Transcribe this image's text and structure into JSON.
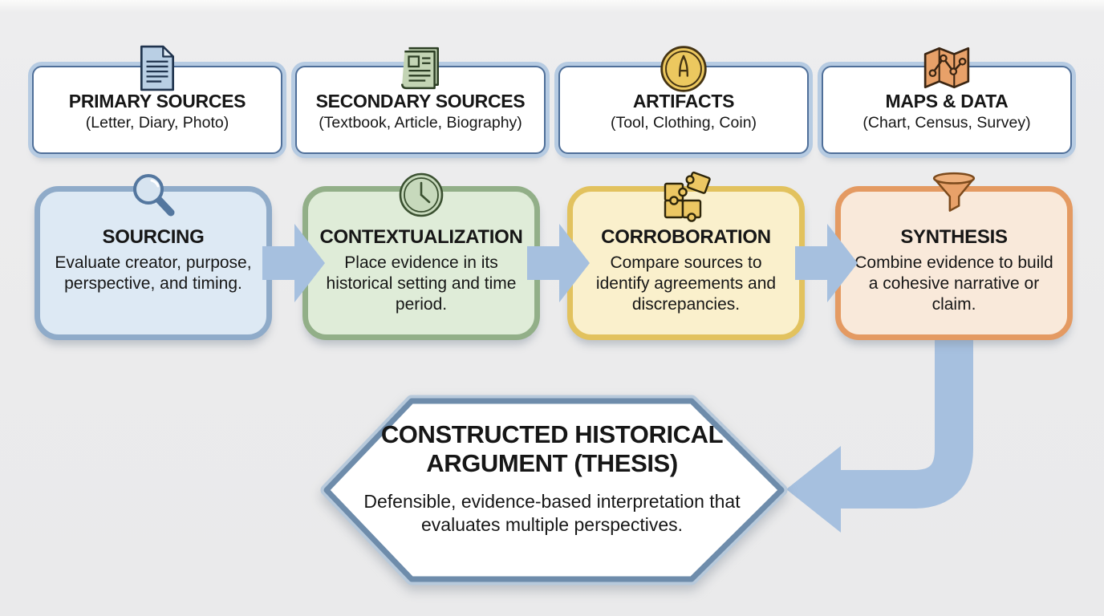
{
  "sources": [
    {
      "title": "PRIMARY SOURCES",
      "subtitle": "(Letter, Diary, Photo)",
      "icon": "document-icon"
    },
    {
      "title": "SECONDARY SOURCES",
      "subtitle": "(Textbook, Article, Biography)",
      "icon": "newspaper-icon"
    },
    {
      "title": "ARTIFACTS",
      "subtitle": "(Tool, Clothing, Coin)",
      "icon": "coin-icon"
    },
    {
      "title": "MAPS & DATA",
      "subtitle": "(Chart, Census, Survey)",
      "icon": "map-icon"
    }
  ],
  "steps": [
    {
      "title": "SOURCING",
      "body": "Evaluate creator, purpose, perspective, and timing.",
      "icon": "magnifier-icon",
      "fill": "#dde9f4",
      "border": "#8fabc9"
    },
    {
      "title": "CONTEXTUALIZATION",
      "body": "Place evidence in its historical setting and time period.",
      "icon": "clock-icon",
      "fill": "#dfecd8",
      "border": "#92af88"
    },
    {
      "title": "CORROBORATION",
      "body": "Compare sources to identify agreements and discrepancies.",
      "icon": "puzzle-icon",
      "fill": "#faf0cc",
      "border": "#e2c25e"
    },
    {
      "title": "SYNTHESIS",
      "body": "Combine evidence to build a cohesive narrative or claim.",
      "icon": "funnel-icon",
      "fill": "#f9e9da",
      "border": "#e49a62"
    }
  ],
  "thesis": {
    "title": "CONSTRUCTED HISTORICAL ARGUMENT (THESIS)",
    "body": "Defensible, evidence-based interpretation that evaluates multiple perspectives."
  },
  "palette": {
    "background": "#ebebec",
    "arrow": "#a6c0df",
    "source_box_rim": "#b6cbe2",
    "source_box_line": "#4f6f99",
    "hexagon_outer": "#b7c9db",
    "hexagon_inner": "#6e8cab",
    "text": "#161616"
  }
}
